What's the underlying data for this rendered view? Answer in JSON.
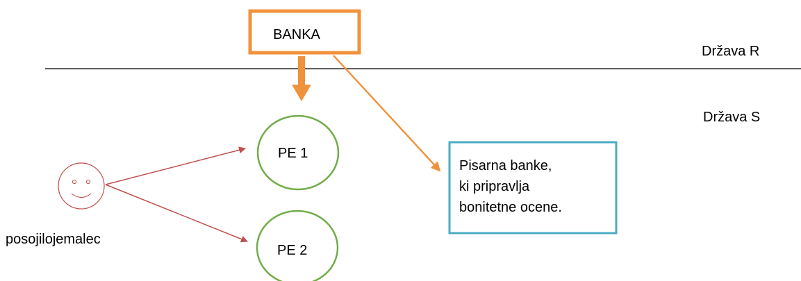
{
  "bank": {
    "label": "BANKA"
  },
  "countries": {
    "r": "Država R",
    "s": "Država S"
  },
  "permanent_establishments": [
    {
      "label": "PE 1"
    },
    {
      "label": "PE 2"
    }
  ],
  "borrower": {
    "label": "posojilojemalec",
    "icon": "smiley-face-icon"
  },
  "office": {
    "lines": [
      "Pisarna banke,",
      "ki pripravlja",
      "bonitetne ocene."
    ]
  },
  "colors": {
    "bank_border": "#F0923B",
    "orange_arrow": "#F0923B",
    "pe_border": "#72AC48",
    "office_border": "#4BACC6",
    "red_arrow": "#C0504D",
    "divider": "#000000"
  }
}
